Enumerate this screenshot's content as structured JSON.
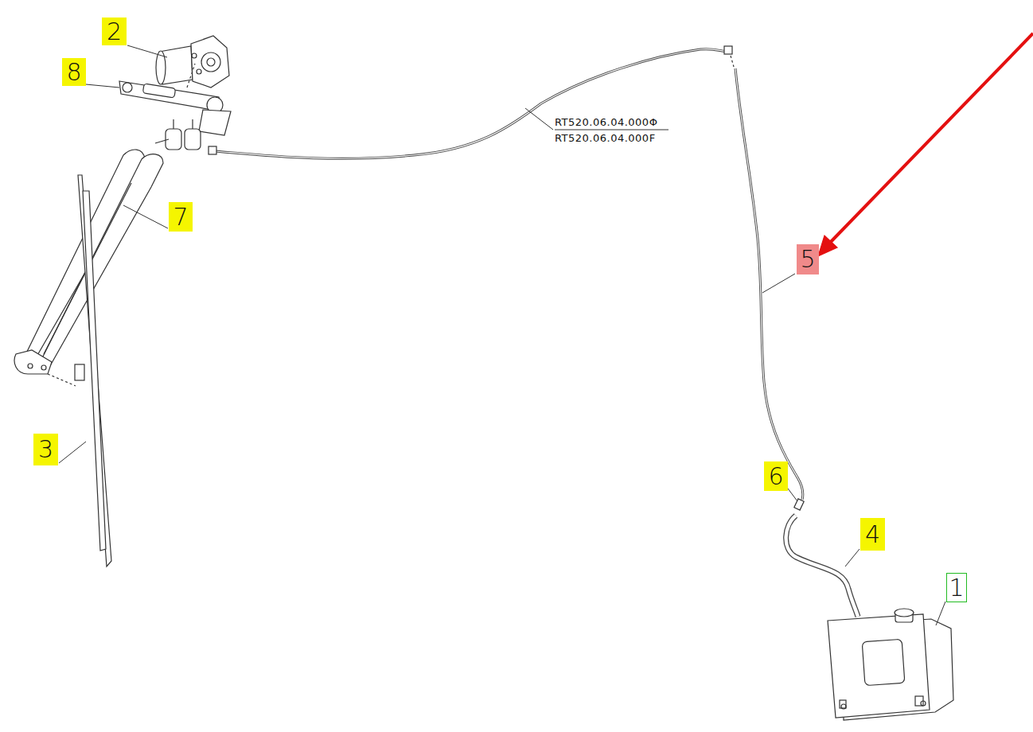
{
  "diagram": {
    "labels": [
      "2",
      "8",
      "7",
      "3",
      "RT520.06.04.000Φ",
      "RT520.06.04.000F",
      "5",
      "6",
      "4",
      "1"
    ]
  }
}
